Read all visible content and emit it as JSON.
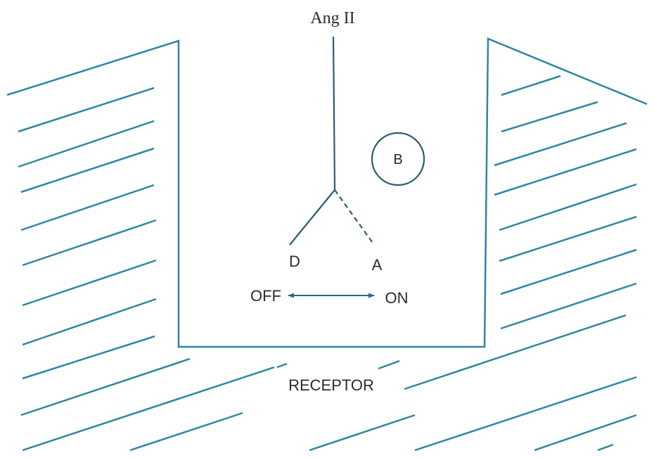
{
  "labels": {
    "ligand": "Ang II",
    "binding_site": "B",
    "inactive_state": "D",
    "active_state": "A",
    "off": "OFF",
    "on": "ON",
    "receptor": "RECEPTOR"
  },
  "colors": {
    "receptor_outline": "#2f86a0",
    "ligand_line": "#2a5e70",
    "arrow": "#1f6f86",
    "text": "#2b2b2b"
  }
}
